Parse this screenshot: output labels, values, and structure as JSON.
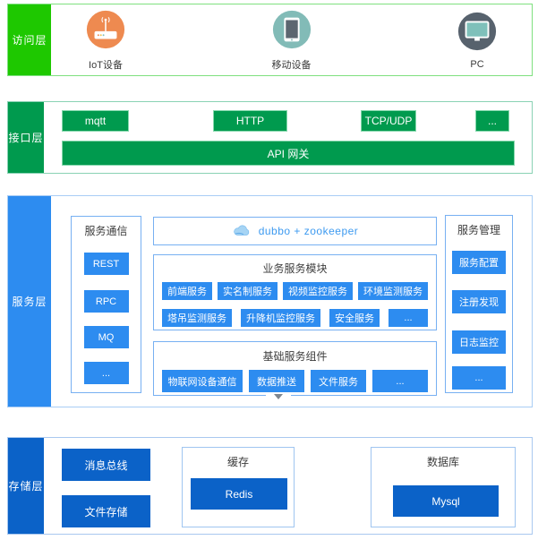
{
  "colors": {
    "access_green": "#1ec800",
    "access_border": "#7fe07f",
    "interface_green": "#009a4e",
    "interface_border": "#8ad2b4",
    "service_blue": "#2d8cf0",
    "service_border": "#a9cdf5",
    "panel_border": "#77b0f2",
    "storage_blue": "#0b62c8",
    "storage_border": "#a9c8ef",
    "dubbo_text": "#3d9af0",
    "iot_orange": "#ee8a50",
    "mobile_teal": "#82bbb7",
    "pc_slate": "#57626d"
  },
  "access": {
    "label": "访问层",
    "devices": [
      {
        "name": "IoT设备"
      },
      {
        "name": "移动设备"
      },
      {
        "name": "PC"
      }
    ]
  },
  "interface": {
    "label": "接口层",
    "protocols": [
      "mqtt",
      "HTTP",
      "TCP/UDP",
      "..."
    ],
    "gateway": "API 网关"
  },
  "service": {
    "label": "服务层",
    "communication": {
      "title": "服务通信",
      "items": [
        "REST",
        "RPC",
        "MQ",
        "..."
      ]
    },
    "registry": "dubbo + zookeeper",
    "business": {
      "title": "业务服务模块",
      "row1": [
        "前端服务",
        "实名制服务",
        "视频监控服务",
        "环境监测服务"
      ],
      "row2": [
        "塔吊监测服务",
        "升降机监控服务",
        "安全服务",
        "..."
      ]
    },
    "basic": {
      "title": "基础服务组件",
      "items": [
        "物联网设备通信",
        "数据推送",
        "文件服务",
        "..."
      ]
    },
    "management": {
      "title": "服务管理",
      "items": [
        "服务配置",
        "注册发现",
        "日志监控",
        "..."
      ]
    }
  },
  "storage": {
    "label": "存储层",
    "items": [
      "消息总线",
      "文件存储"
    ],
    "cache": {
      "title": "缓存",
      "item": "Redis"
    },
    "database": {
      "title": "数据库",
      "item": "Mysql"
    }
  }
}
